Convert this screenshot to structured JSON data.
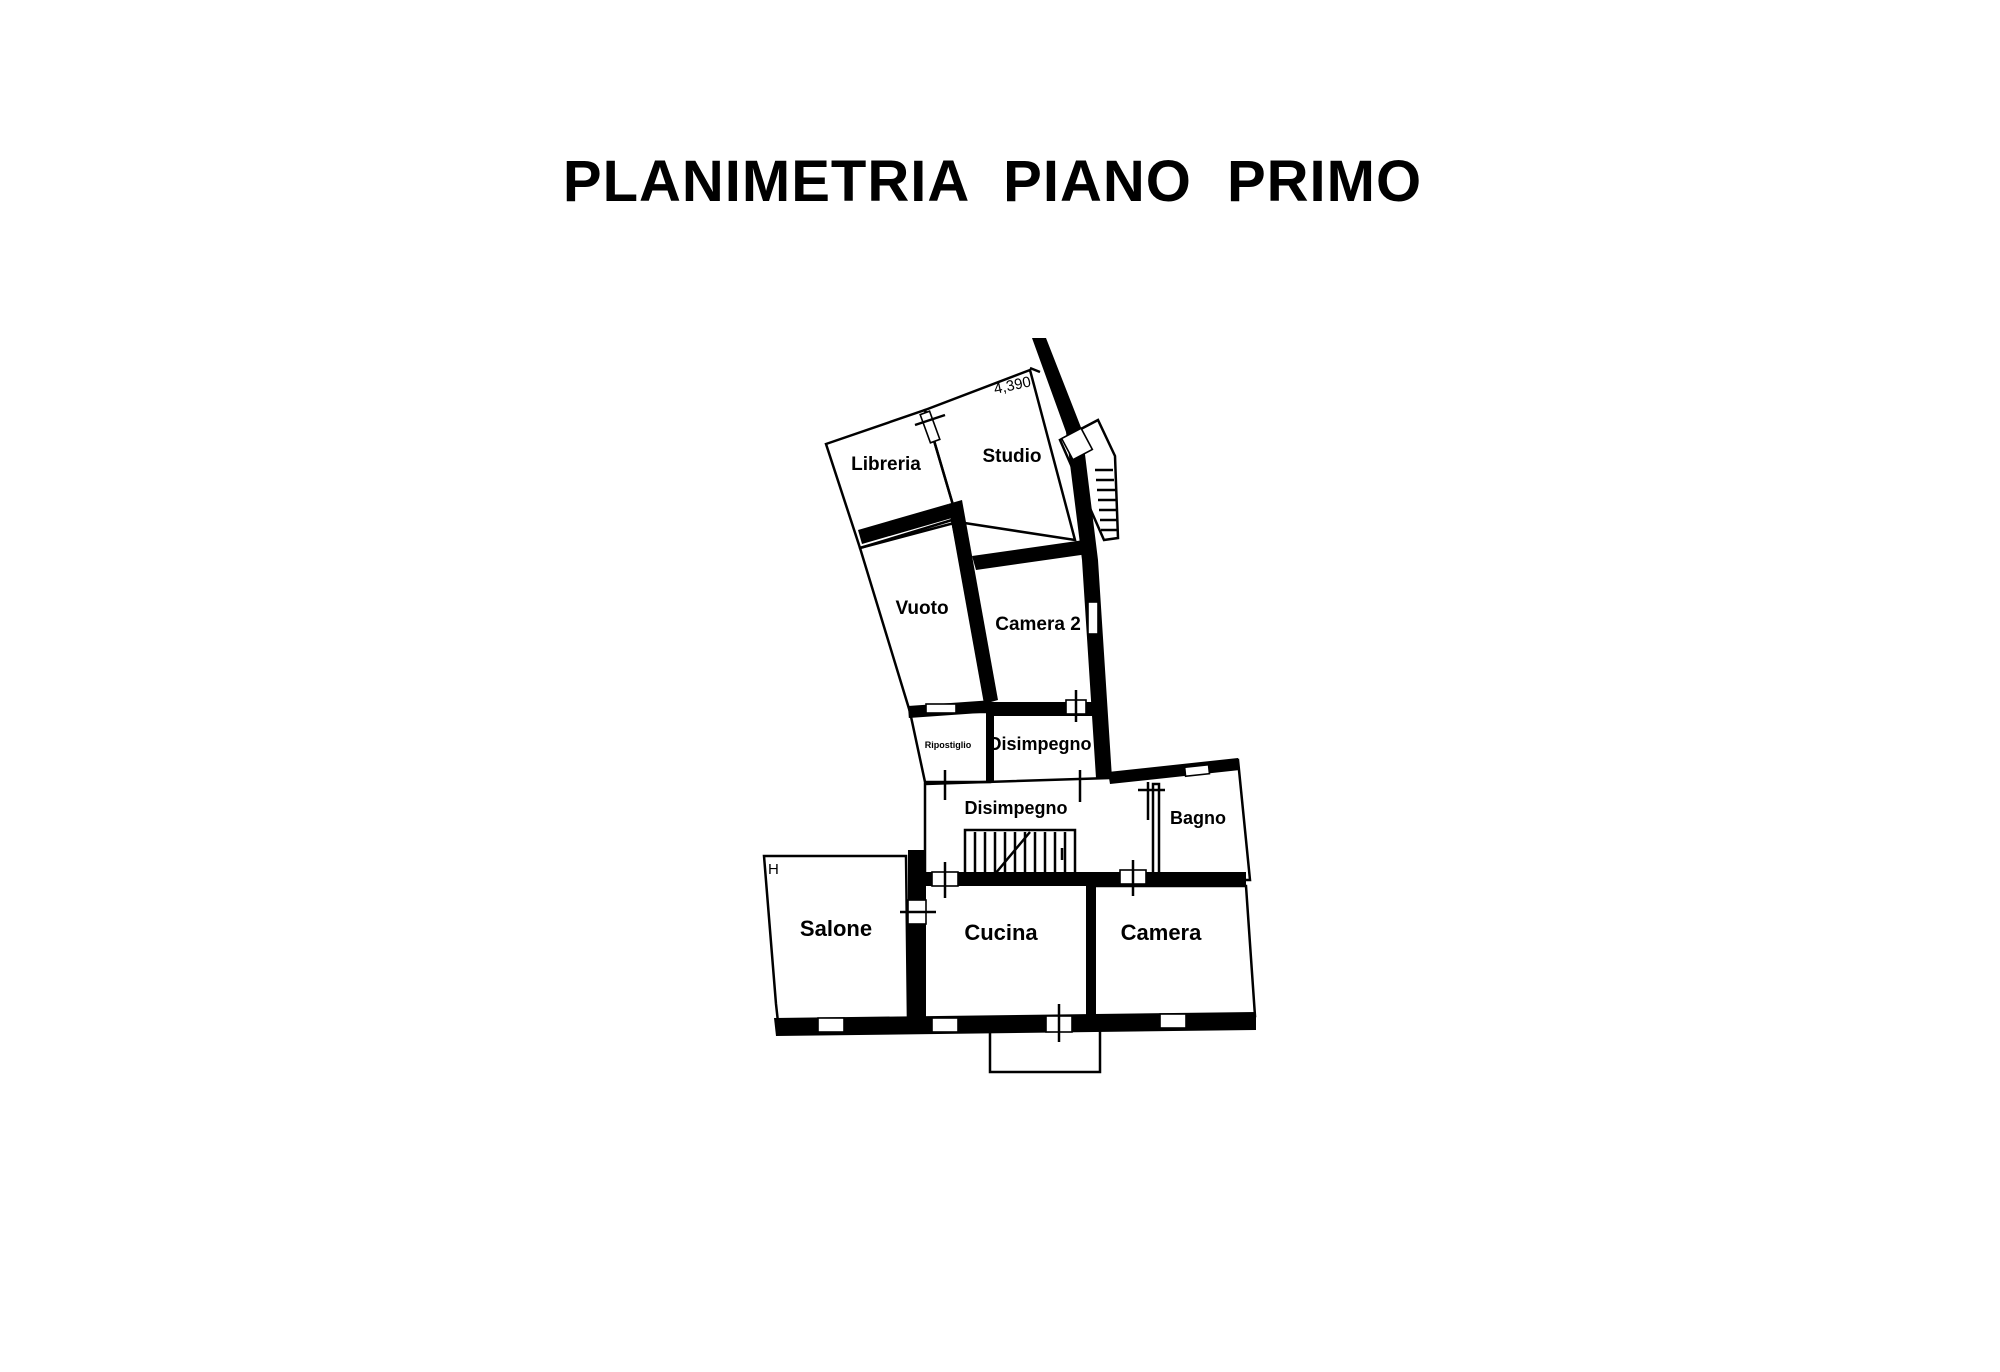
{
  "title": "PLANIMETRIA  PIANO  PRIMO",
  "rooms": {
    "libreria": "Libreria",
    "studio": "Studio",
    "vuoto": "Vuoto",
    "camera2": "Camera 2",
    "ripostiglio": "Ripostiglio",
    "disimpegno_upper": "Disimpegno",
    "disimpegno_lower": "Disimpegno",
    "bagno": "Bagno",
    "salone": "Salone",
    "cucina": "Cucina",
    "camera": "Camera"
  },
  "annotations": {
    "dimension_note": "4,390",
    "salone_mark": "H"
  },
  "colors": {
    "walls": "#000000",
    "background": "#ffffff"
  }
}
